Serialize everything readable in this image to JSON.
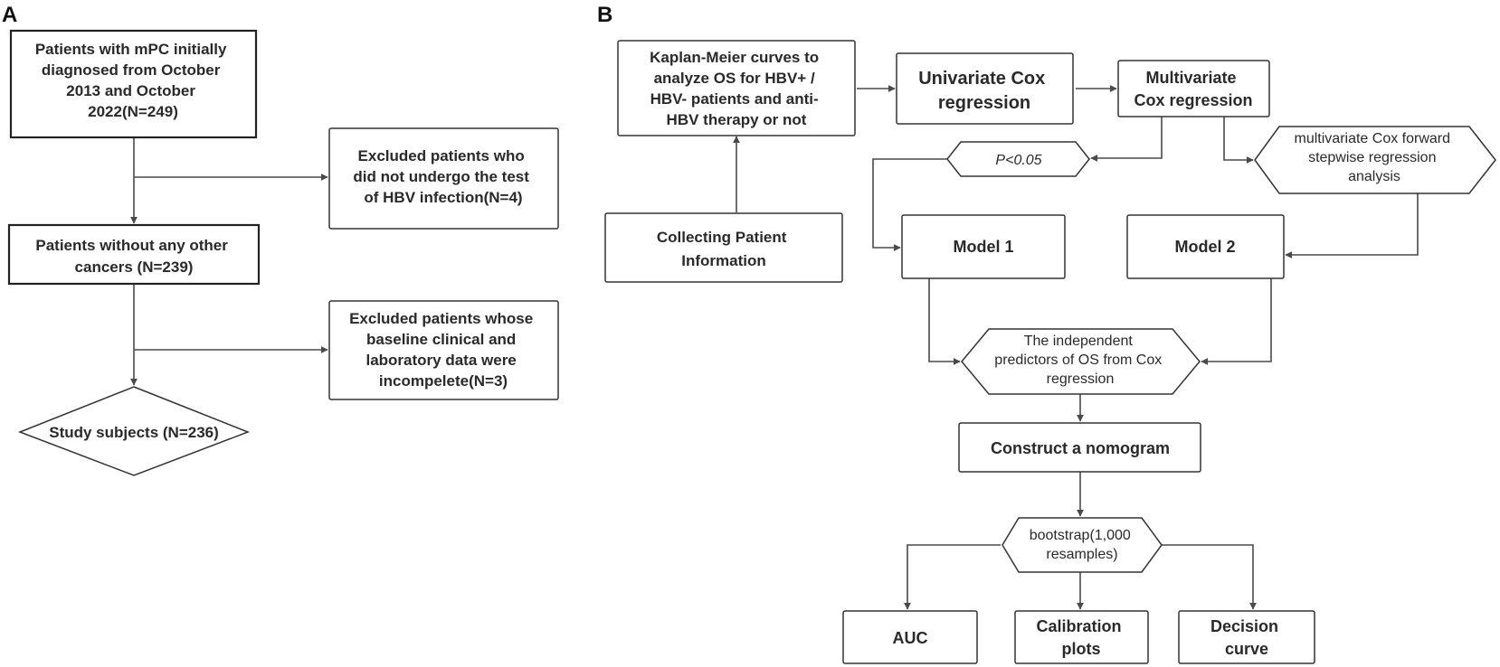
{
  "panels": {
    "a": "A",
    "b": "B"
  },
  "flowA": {
    "initial": [
      "Patients with mPC initially",
      "diagnosed from October",
      "2013 and  October",
      "2022(N=249)"
    ],
    "excluded_hbv": [
      "Excluded patients who",
      "did not undergo the test",
      "of HBV infection(N=4)"
    ],
    "no_cancers": [
      "Patients without any other",
      "cancers (N=239)"
    ],
    "excluded_data": [
      "Excluded patients whose",
      "baseline clinical and",
      "laboratory data were",
      "incompelete(N=3)"
    ],
    "study": [
      "Study subjects (N=236)"
    ]
  },
  "flowB": {
    "km": [
      "Kaplan-Meier curves  to",
      "analyze OS for HBV+ /",
      "HBV- patients and  anti-",
      "HBV therapy or not"
    ],
    "collect": [
      "Collecting Patient",
      "Information"
    ],
    "univariate": [
      "Univariate Cox",
      "regression"
    ],
    "multivariate": [
      "Multivariate",
      "Cox regression"
    ],
    "pvalue": [
      "P<0.05"
    ],
    "stepwise": [
      "multivariate Cox forward",
      "stepwise regression",
      "analysis"
    ],
    "model1": [
      "Model 1"
    ],
    "model2": [
      "Model 2"
    ],
    "predictors": [
      "The independent",
      "predictors of OS from Cox",
      "regression"
    ],
    "nomogram": [
      "Construct a nomogram"
    ],
    "bootstrap": [
      "bootstrap(1,000",
      "resamples)"
    ],
    "auc": [
      "AUC"
    ],
    "calibration": [
      "Calibration",
      "plots"
    ],
    "decision": [
      "Decision",
      "curve"
    ]
  }
}
